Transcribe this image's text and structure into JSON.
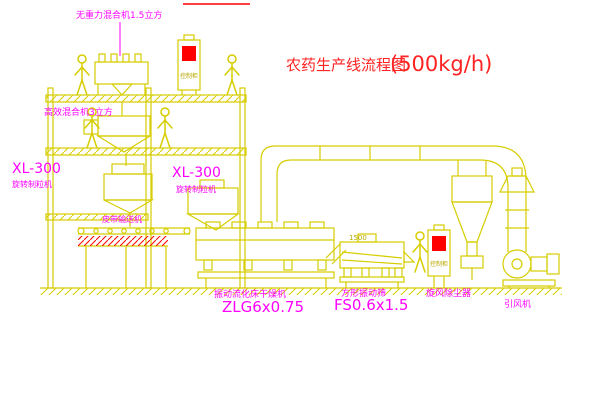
{
  "title": {
    "text": "农药生产线流程图",
    "capacity": "(500kg/h)"
  },
  "equipment_labels": {
    "gravity_mixer": "无重力混合机1.5立方",
    "high_eff_mixer": "高效混合机3立方",
    "granulator_left": {
      "model": "XL-300",
      "name": "旋转制粒机"
    },
    "granulator_mid": {
      "model": "XL-300",
      "name": "旋转制粒机"
    },
    "belt_conveyor": "皮带输送机",
    "dryer": {
      "name": "振动流化床干燥机",
      "model": "ZLG6x0.75"
    },
    "screen": {
      "name": "方形振动筛",
      "model": "FS0.6x1.5"
    },
    "cyclone": "旋风除尘器",
    "fan": "引风机",
    "control_cabinet": "控制柜",
    "dimension_1500": "1500"
  },
  "colors": {
    "line_yellow": "#d6cd00",
    "label_magenta": "#ff00ff",
    "title_red": "#ff2222",
    "hatch_red": "#ff0000",
    "background": "#ffffff"
  }
}
